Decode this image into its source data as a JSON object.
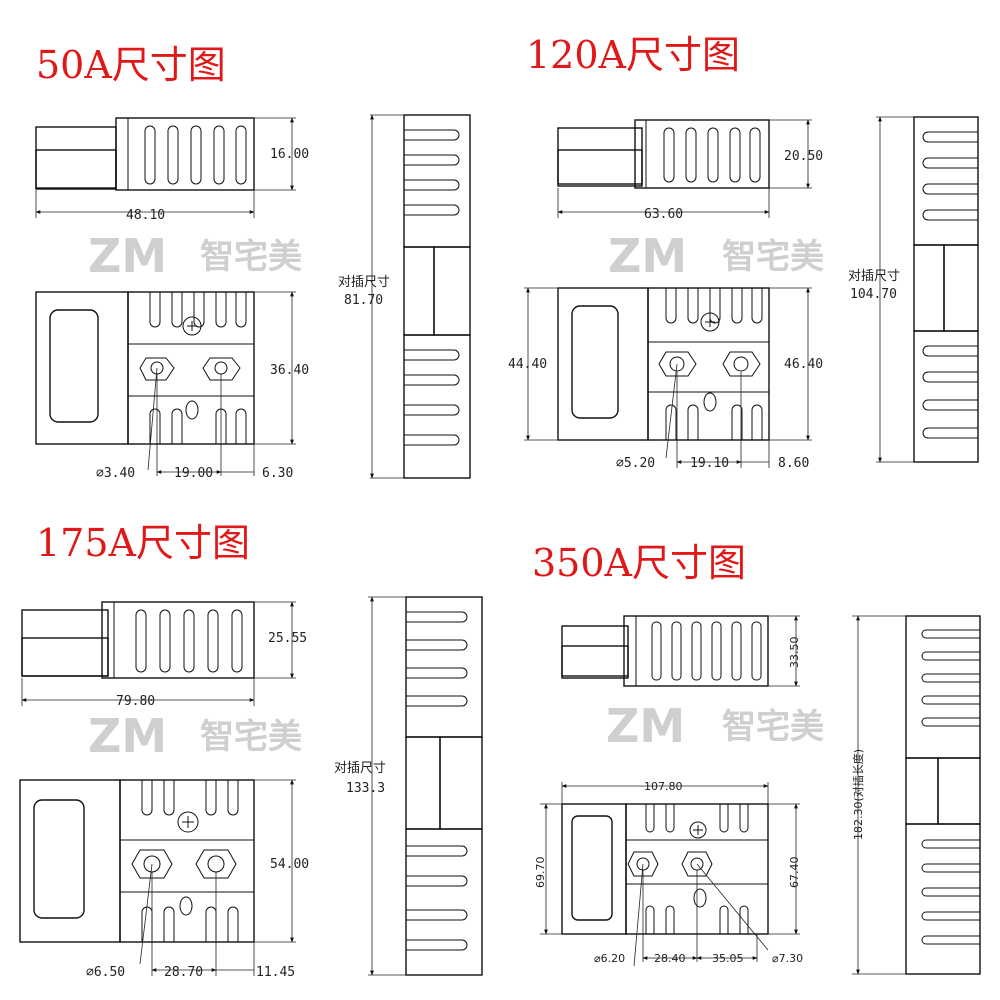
{
  "watermark": {
    "logo": "ZM",
    "text": "智宅美"
  },
  "panels": [
    {
      "id": "50A",
      "title": "50A尺寸图",
      "side_height": "16.00",
      "side_length": "48.10",
      "front_height": "36.40",
      "hole_dia": "⌀3.40",
      "hole_pitch": "19.00",
      "edge_offset": "6.30",
      "mating_label": "对插尺寸",
      "mating_value": "81.70"
    },
    {
      "id": "120A",
      "title": "120A尺寸图",
      "side_height": "20.50",
      "side_length": "63.60",
      "front_height_left": "44.40",
      "front_height": "46.40",
      "hole_dia": "⌀5.20",
      "hole_pitch": "19.10",
      "edge_offset": "8.60",
      "mating_label": "对插尺寸",
      "mating_value": "104.70"
    },
    {
      "id": "175A",
      "title": "175A尺寸图",
      "side_height": "25.55",
      "side_length": "79.80",
      "front_height": "54.00",
      "hole_dia": "⌀6.50",
      "hole_pitch": "28.70",
      "edge_offset": "11.45",
      "mating_label": "对插尺寸",
      "mating_value": "133.3"
    },
    {
      "id": "350A",
      "title": "350A尺寸图",
      "side_height": "33.50",
      "front_width": "107.80",
      "front_height_left": "69.70",
      "front_height": "67.40",
      "hole_dia": "⌀6.20",
      "hole_pitch": "28.40",
      "edge_offset": "35.05",
      "hole_dia_right": "⌀7.30",
      "mating_value": "182.30(对插长度)"
    }
  ]
}
